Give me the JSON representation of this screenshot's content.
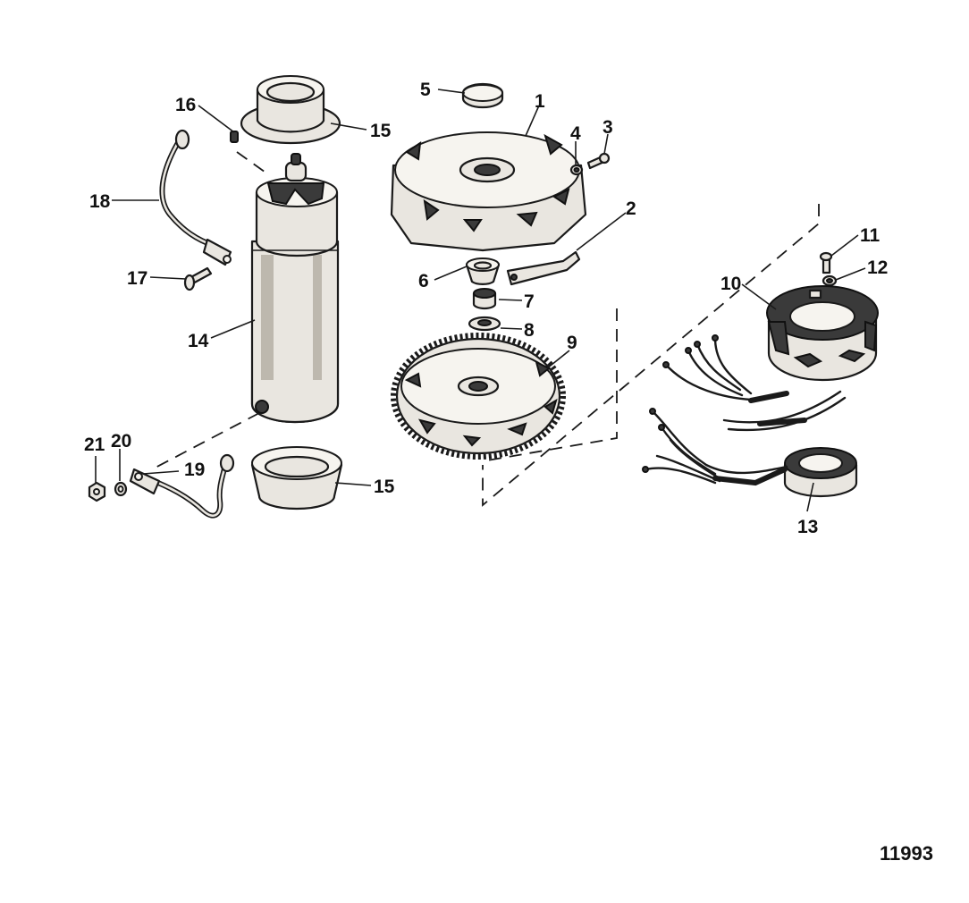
{
  "figure_number": "11993",
  "callouts": {
    "c1": "1",
    "c2": "2",
    "c3": "3",
    "c4": "4",
    "c5": "5",
    "c6": "6",
    "c7": "7",
    "c8": "8",
    "c9": "9",
    "c10": "10",
    "c11": "11",
    "c12": "12",
    "c13": "13",
    "c14": "14",
    "c15a": "15",
    "c15b": "15",
    "c16": "16",
    "c17": "17",
    "c18": "18",
    "c19": "19",
    "c20": "20",
    "c21": "21"
  }
}
